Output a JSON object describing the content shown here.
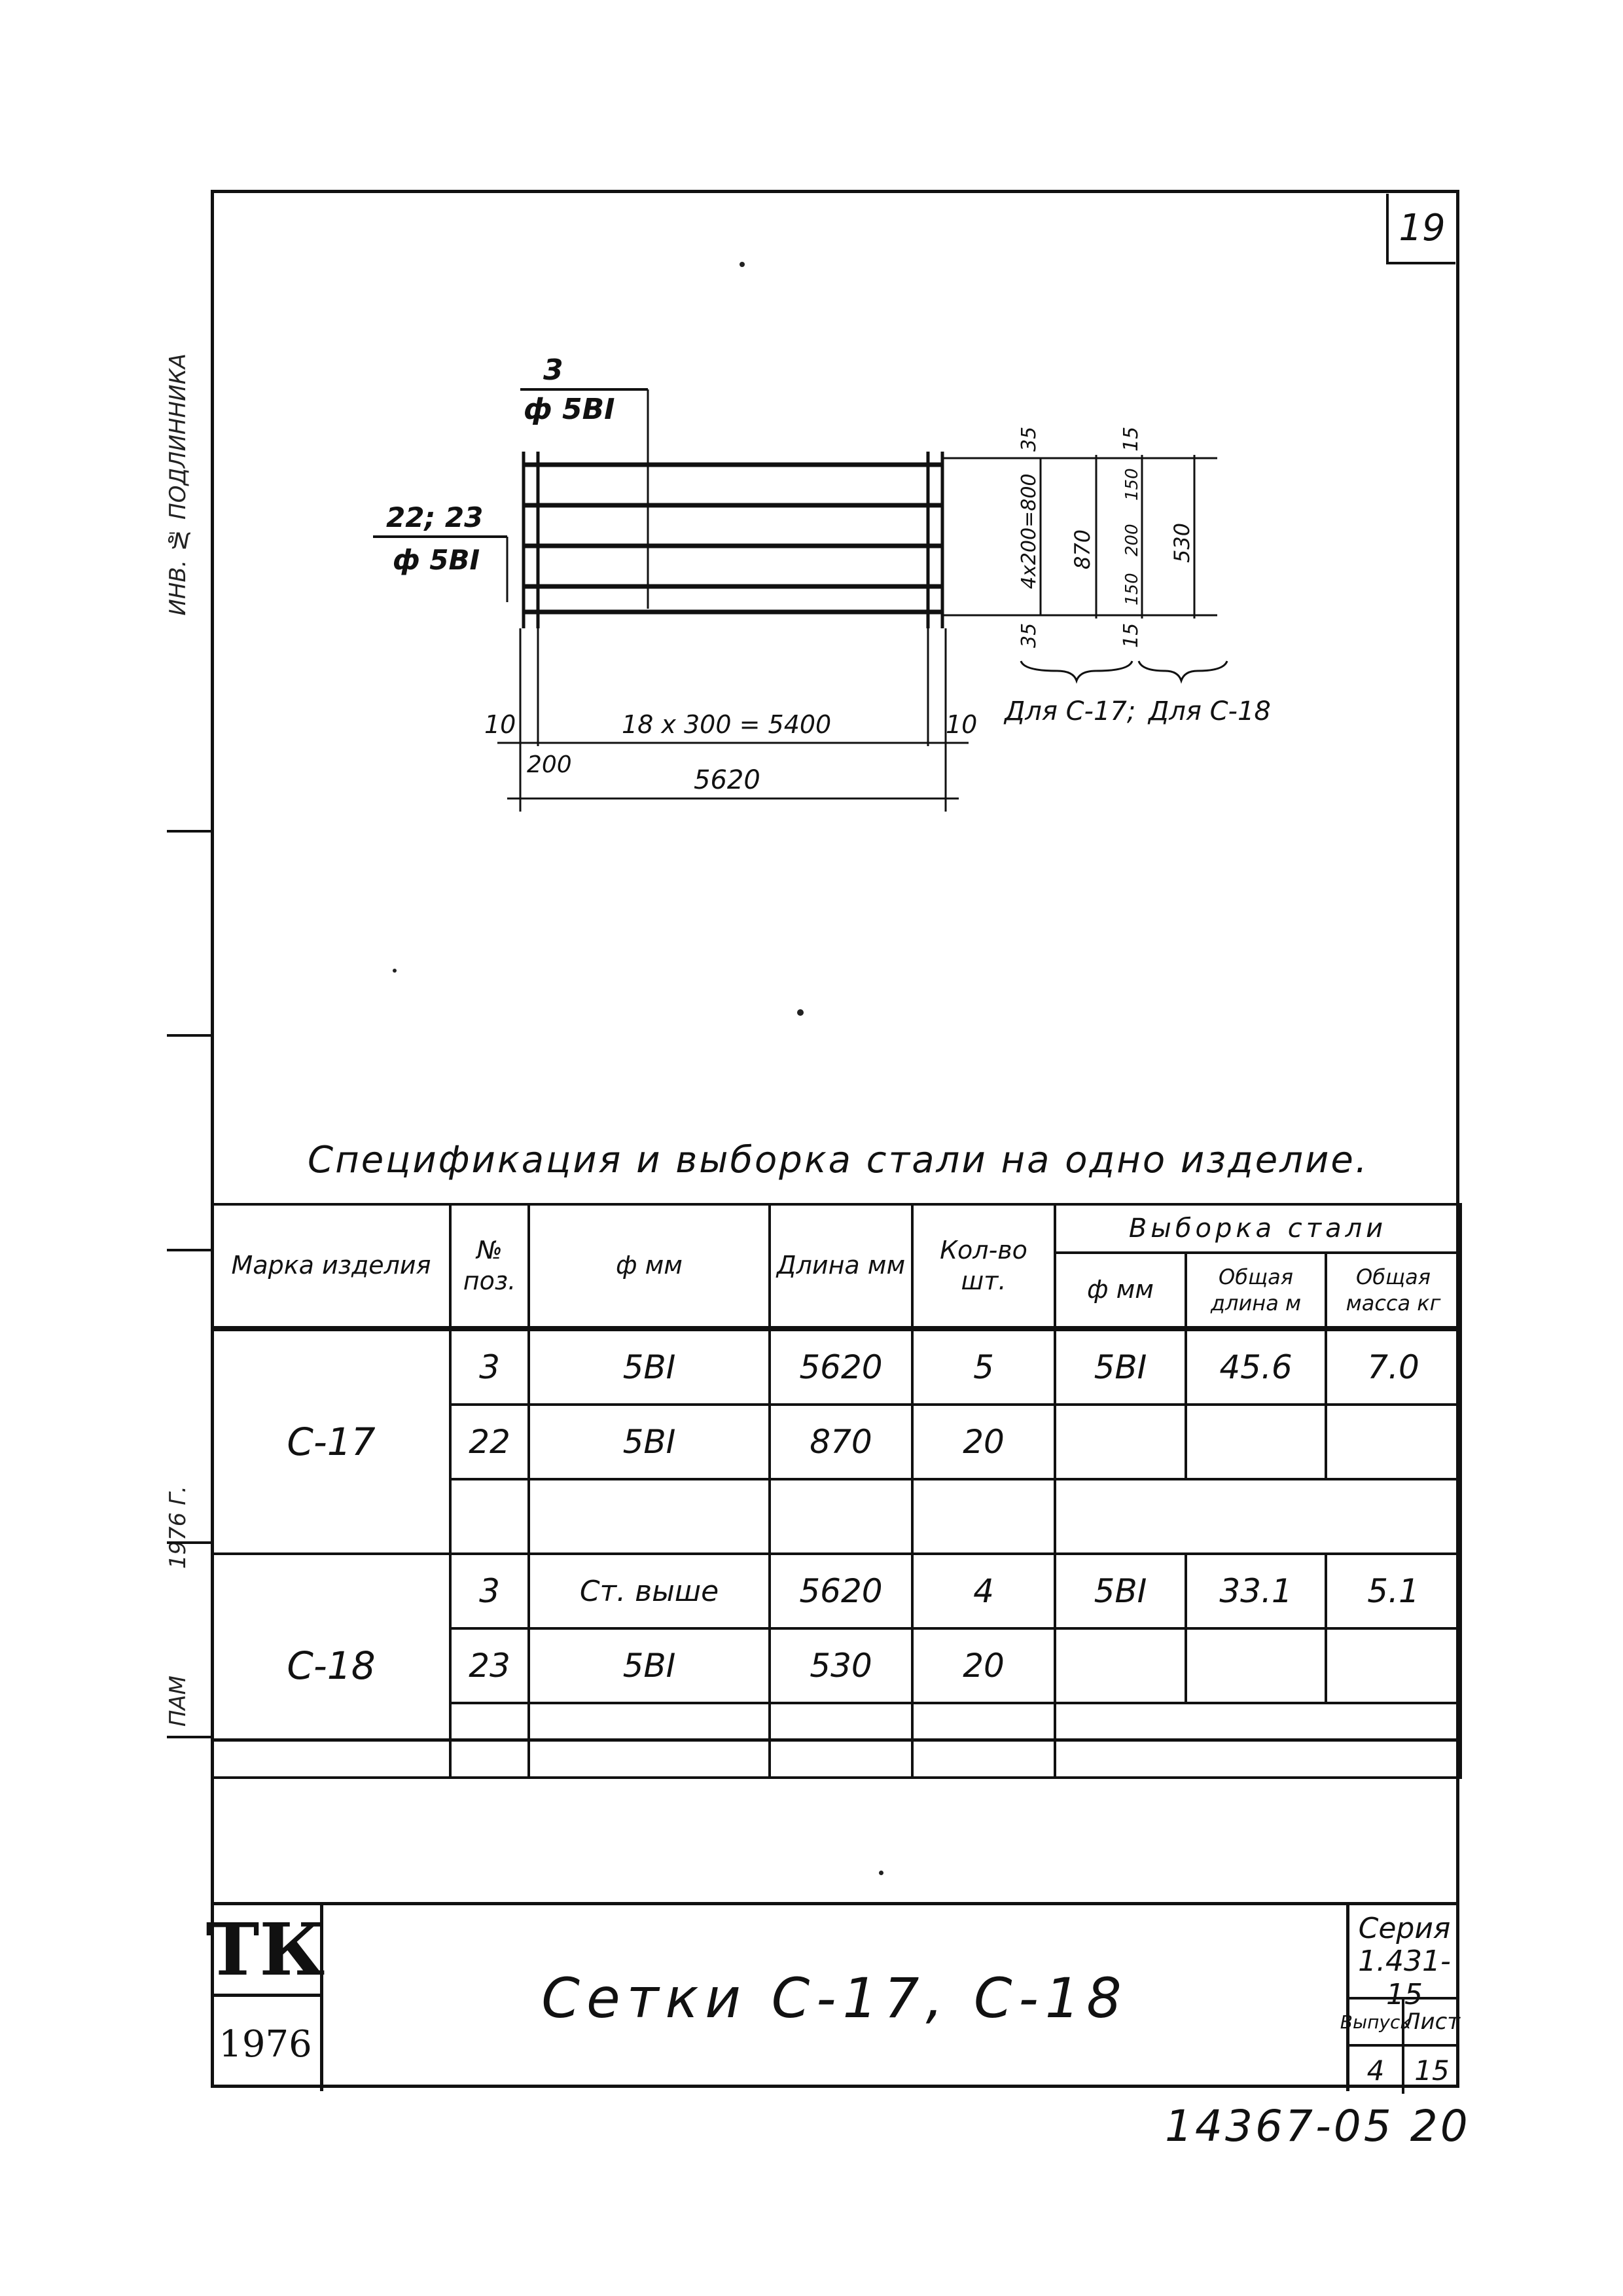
{
  "sheet_number": "19",
  "side_text": [
    "ИНВ. № ПОДЛИННИКА",
    "1976 Г.",
    "ПАМ"
  ],
  "drawing": {
    "top_label_pos": "3",
    "top_label_dia": "ф 5ВI",
    "left_label_pos": "22; 23",
    "left_label_dia": "ф 5ВI",
    "dim_end_left": "10",
    "dim_spacing": "18 x 300 = 5400",
    "dim_end_right": "10",
    "dim_first": "200",
    "dim_total": "5620",
    "dim_c17_top": "35",
    "dim_c17_mid": "4x200=800",
    "dim_c17_bottom": "35",
    "dim_c17_total": "870",
    "dim_c18_top": "15",
    "dim_c18_a": "150",
    "dim_c18_b": "200",
    "dim_c18_c": "150",
    "dim_c18_bottom": "15",
    "dim_c18_total": "530",
    "for_c17": "Для С-17;",
    "for_c18": "Для С-18"
  },
  "spec": {
    "title": "Спецификация и выборка стали на одно изделие.",
    "headers": {
      "mark": "Марка изделия",
      "pos": "№ поз.",
      "dia": "ф мм",
      "length": "Длина мм",
      "qty": "Кол-во шт.",
      "selection": "Выборка стали",
      "sel_dia": "ф мм",
      "sel_total_length": "Общая длина м",
      "sel_total_mass": "Общая масса кг"
    },
    "groups": [
      {
        "mark": "С-17",
        "rows": [
          {
            "pos": "3",
            "dia": "5ВI",
            "length": "5620",
            "qty": "5",
            "sel_dia": "5ВI",
            "sel_length": "45.6",
            "sel_mass": "7.0"
          },
          {
            "pos": "22",
            "dia": "5ВI",
            "length": "870",
            "qty": "20",
            "sel_dia": "",
            "sel_length": "",
            "sel_mass": ""
          }
        ]
      },
      {
        "mark": "С-18",
        "rows": [
          {
            "pos": "3",
            "dia": "Ст. выше",
            "length": "5620",
            "qty": "4",
            "sel_dia": "5ВI",
            "sel_length": "33.1",
            "sel_mass": "5.1"
          },
          {
            "pos": "23",
            "dia": "5ВI",
            "length": "530",
            "qty": "20",
            "sel_dia": "",
            "sel_length": "",
            "sel_mass": ""
          }
        ]
      }
    ]
  },
  "titleblock": {
    "logo": "ТК",
    "year": "1976",
    "title": "Сетки С-17, С-18",
    "series_label": "Серия",
    "series_value": "1.431-15",
    "issue_label": "Выпуск",
    "issue_value": "4",
    "sheet_label": "Лист",
    "sheet_value": "15"
  },
  "doc_number": "14367-05 20"
}
